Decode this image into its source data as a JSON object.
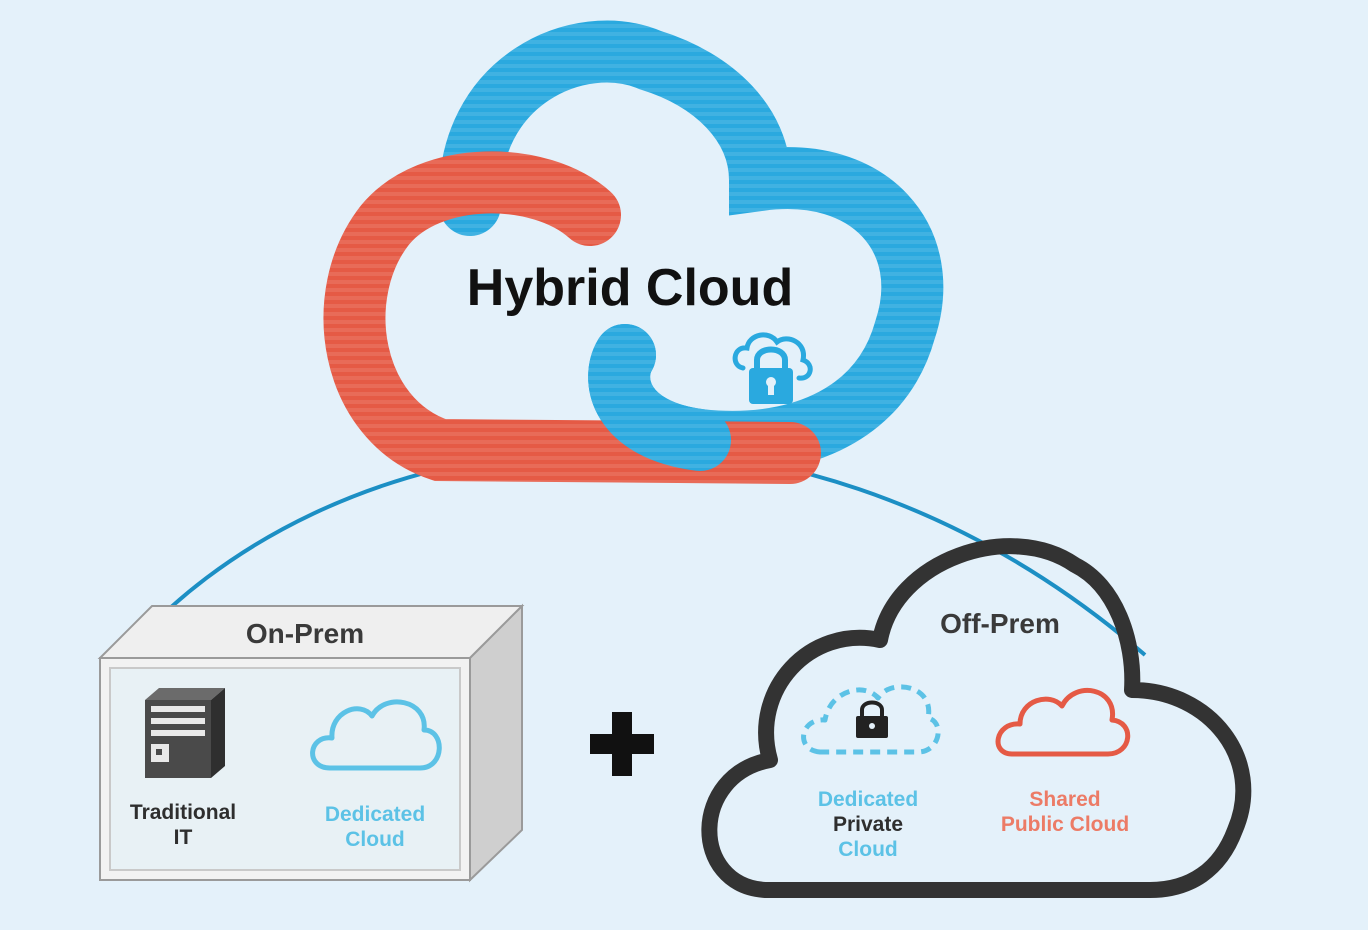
{
  "title": "Hybrid Cloud",
  "on_prem": {
    "label": "On-Prem",
    "traditional_it": [
      "Traditional",
      "IT"
    ],
    "dedicated_cloud": [
      "Dedicated",
      "Cloud"
    ]
  },
  "off_prem": {
    "label": "Off-Prem",
    "dedicated_private_cloud": [
      "Dedicated",
      "Private",
      "Cloud"
    ],
    "shared_public_cloud": [
      "Shared",
      "Public Cloud"
    ]
  },
  "icons": [
    "lock-cloud-icon",
    "server-icon",
    "cloud-outline-icon",
    "dashed-lock-cloud-icon",
    "public-cloud-icon",
    "plus-icon"
  ],
  "colors": {
    "background": "#e4f1fa",
    "blue": "#2aa9df",
    "red": "#e55a45",
    "dark": "#333333",
    "light_blue_text": "#5cc2e6",
    "salmon_text": "#ec7b66"
  }
}
